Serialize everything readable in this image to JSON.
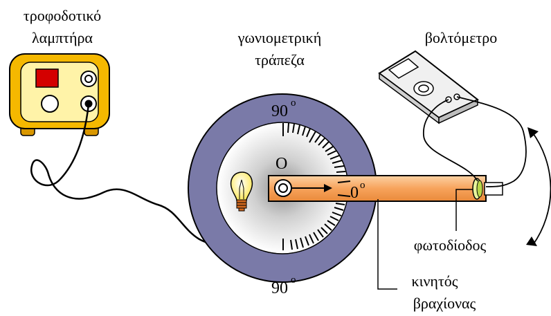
{
  "labels": {
    "power_supply_line1": "τροφοδοτικό",
    "power_supply_line2": "λαμπτήρα",
    "table_line1": "γωνιομετρική",
    "table_line2": "τράπεζα",
    "voltmeter": "βολτόμετρο",
    "angle_top": "90",
    "angle_bottom": "90",
    "angle_zero": "0",
    "degree_mark": "o",
    "center": "O",
    "photodiode": "φωτοδίοδος",
    "arm_line1": "κινητός",
    "arm_line2": "βραχίονας"
  },
  "colors": {
    "supply_body": "#f5b800",
    "supply_panel": "#fff3a8",
    "supply_display": "#c00000",
    "ring": "#7a7aa8",
    "arm": "#f7a35c",
    "bulb_glass": "#fff799",
    "bulb_base": "#d2691e"
  },
  "icons": [
    "power-supply-icon",
    "voltmeter-icon",
    "light-bulb-icon",
    "photodiode-icon",
    "rotation-arrow-icon"
  ]
}
